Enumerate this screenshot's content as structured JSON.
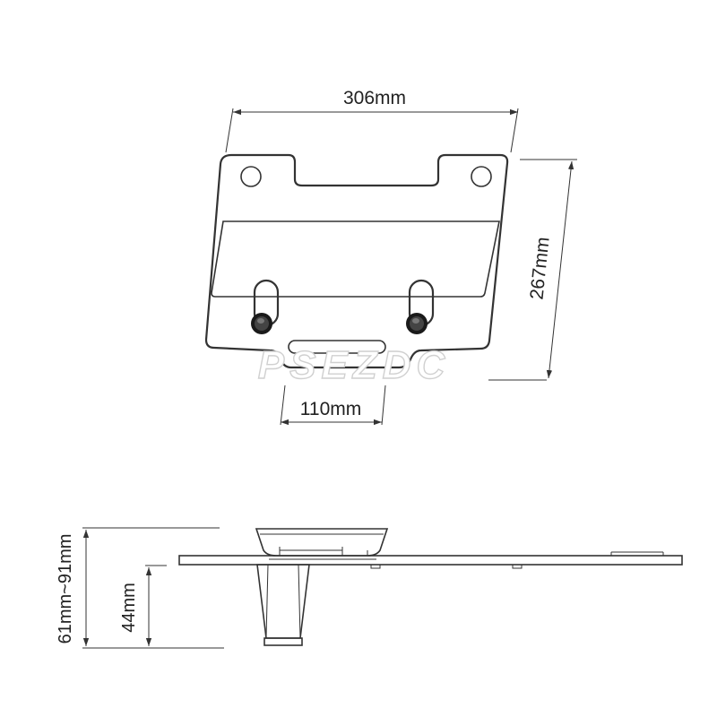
{
  "dimensions": {
    "width": "306mm",
    "depth": "267mm",
    "slot_spacing": "110mm",
    "total_height": "61mm~91mm",
    "post_height": "44mm"
  },
  "watermark": "PSEZDC",
  "colors": {
    "line": "#333333",
    "watermark": "#d8d8d8"
  }
}
